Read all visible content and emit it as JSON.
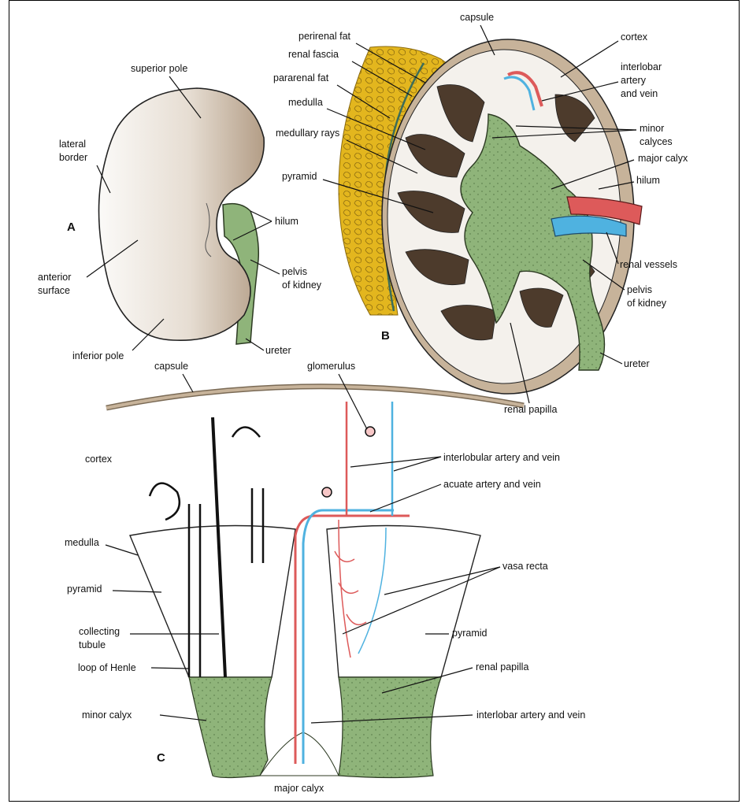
{
  "panels": {
    "a": "A",
    "b": "B",
    "c": "C"
  },
  "panel_a": {
    "superior_pole": "superior pole",
    "lateral_border": [
      "lateral",
      "border"
    ],
    "hilum": "hilum",
    "anterior_surface": [
      "anterior",
      "surface"
    ],
    "pelvis_of_kidney": [
      "pelvis",
      "of kidney"
    ],
    "inferior_pole": "inferior pole",
    "ureter": "ureter"
  },
  "panel_b": {
    "capsule": "capsule",
    "perirenal_fat": "perirenal fat",
    "renal_fascia": "renal fascia",
    "pararenal_fat": "pararenal fat",
    "medulla": "medulla",
    "medullary_rays": "medullary rays",
    "pyramid": "pyramid",
    "cortex": "cortex",
    "interlobar_artery_and_vein": [
      "interlobar",
      "artery",
      "and vein"
    ],
    "minor_calyces": [
      "minor",
      "calyces"
    ],
    "major_calyx": "major calyx",
    "hilum": "hilum",
    "renal_vessels": "renal vessels",
    "pelvis_of_kidney": [
      "pelvis",
      "of kidney"
    ],
    "ureter": "ureter",
    "renal_papilla": "renal papilla"
  },
  "panel_c": {
    "capsule": "capsule",
    "glomerulus": "glomerulus",
    "cortex": "cortex",
    "interlobular_artery_and_vein": "interlobular artery and vein",
    "acuate_artery_and_vein": "acuate artery and vein",
    "medulla": "medulla",
    "pyramid_left": "pyramid",
    "vasa_recta": "vasa recta",
    "collecting_tubule": [
      "collecting",
      "tubule"
    ],
    "pyramid_right": "pyramid",
    "loop_of_henle": "loop of Henle",
    "renal_papilla": "renal papilla",
    "minor_calyx": "minor calyx",
    "interlobar_artery_and_vein": "interlobar artery and vein",
    "major_calyx": "major calyx"
  },
  "colors": {
    "kidney_surface": "#e8e0d6",
    "ureter_green": "#8fb47a",
    "fat_yellow": "#e3b61e",
    "pyramid_brown": "#4d3b2c",
    "artery_red": "#dd5a5a",
    "vein_blue": "#4fb2e0",
    "capsule_tan": "#c7b39a"
  }
}
